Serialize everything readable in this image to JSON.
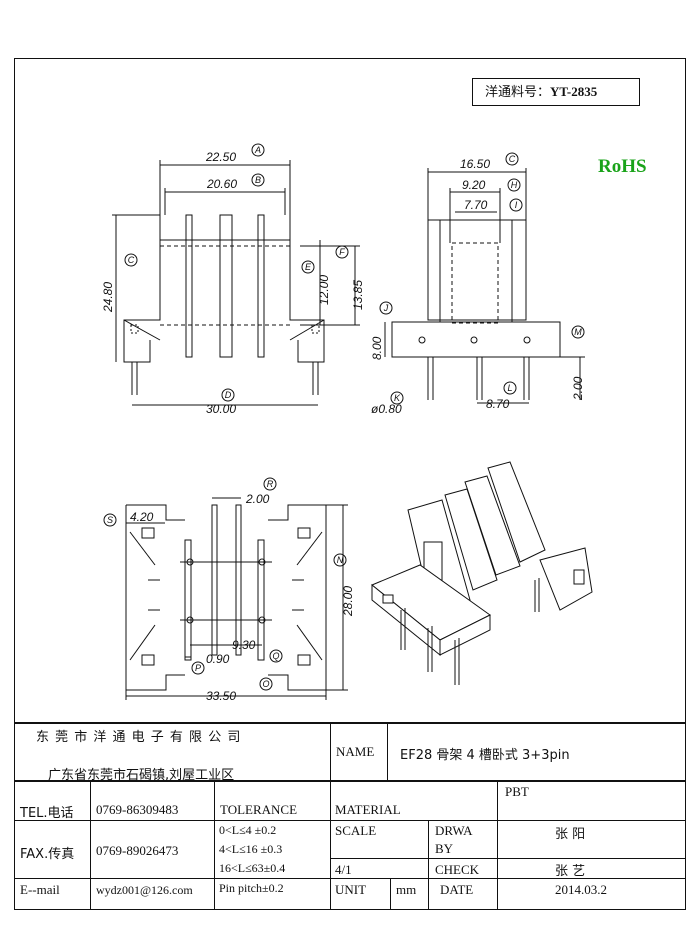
{
  "part_number": {
    "label": "洋通料号：",
    "value": "YT-2835"
  },
  "rohs": "RoHS",
  "dimensions": {
    "a": "22.50",
    "b": "20.60",
    "c_left": "24.80",
    "e": "12.00",
    "f": "13.85",
    "d": "30.00",
    "c_right": "16.50",
    "h": "9.20",
    "i": "7.70",
    "j": "8.00",
    "k": "ø0.80",
    "l": "8.70",
    "m": "2.00",
    "s": "4.20",
    "r": "2.00",
    "n": "28.00",
    "q": "9.30",
    "p": "0.90",
    "o": "33.50"
  },
  "callouts": {
    "a": "A",
    "b": "B",
    "c": "C",
    "e": "E",
    "f": "F",
    "d": "D",
    "h": "H",
    "i": "I",
    "j": "J",
    "k": "K",
    "l": "L",
    "m": "M",
    "s": "S",
    "r": "R",
    "n": "N",
    "q": "Q",
    "p": "P",
    "o": "O"
  },
  "title_block": {
    "company": "东 莞 市 洋 通 电 子 有 限 公 司",
    "address": "广东省东莞市石碣镇,刘屋工业区",
    "name_label": "NAME",
    "name_value": "EF28 骨架 4 槽卧式 3+3pin",
    "tel_label": "TEL.电话",
    "tel_value": "0769-86309483",
    "fax_label": "FAX.传真",
    "fax_value": "0769-89026473",
    "email_label": "E--mail",
    "email_value": "wydz001@126.com",
    "tolerance_label": "TOLERANCE",
    "tol_1": "0<L≤4   ±0.2",
    "tol_2": "4<L≤16  ±0.3",
    "tol_3": "16<L≤63±0.4",
    "tol_4": "Pin pitch±0.2",
    "material_label": "MATERIAL",
    "material_value": "PBT",
    "scale_label": "SCALE",
    "scale_value": "4/1",
    "drawn_label_1": "DRWA",
    "drawn_label_2": "BY",
    "drawn_value": "张 阳",
    "check_label": "CHECK",
    "check_value": "张 艺",
    "unit_label": "UNIT",
    "unit_value": "mm",
    "date_label": "DATE",
    "date_value": "2014.03.2"
  }
}
